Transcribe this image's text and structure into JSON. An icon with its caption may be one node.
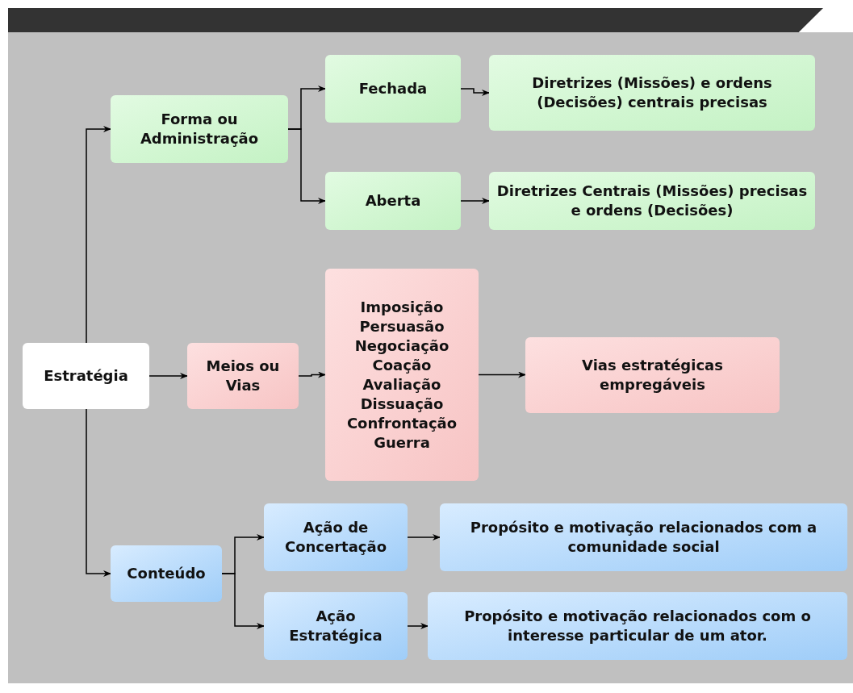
{
  "diagram": {
    "nodes": [
      {
        "text": [
          "Estratégia"
        ]
      },
      {
        "text": [
          "Forma ou Administração"
        ]
      },
      {
        "text": [
          "Fechada"
        ]
      },
      {
        "text": [
          "Diretrizes (Missões) e ordens (Decisões) centrais precisas"
        ]
      },
      {
        "text": [
          "Aberta"
        ]
      },
      {
        "text": [
          "Diretrizes Centrais (Missões) precisas e ordens (Decisões)"
        ]
      },
      {
        "text": [
          "Meios ou Vias"
        ]
      },
      {
        "text": [
          "Imposição",
          "Persuasão",
          "Negociação",
          "Coação",
          "Avaliação",
          "Dissuação",
          "Confrontação",
          "Guerra"
        ]
      },
      {
        "text": [
          "Vias estratégicas empregáveis"
        ]
      },
      {
        "text": [
          "Conteúdo"
        ]
      },
      {
        "text": [
          "Ação de Concertação"
        ]
      },
      {
        "text": [
          "Propósito e motivação relacionados com a comunidade social"
        ]
      },
      {
        "text": [
          "Ação Estratégica"
        ]
      },
      {
        "text": [
          "Propósito e motivação relacionados com o interesse particular de um ator."
        ]
      }
    ],
    "edges": [
      {
        "from": 0,
        "to": 1,
        "arrow": "to"
      },
      {
        "from": 0,
        "to": 6,
        "arrow": "to"
      },
      {
        "from": 0,
        "to": 9,
        "arrow": "to"
      },
      {
        "from": 1,
        "to": 2,
        "arrow": "to"
      },
      {
        "from": 1,
        "to": 4,
        "arrow": "to"
      },
      {
        "from": 2,
        "to": 3,
        "arrow": "to"
      },
      {
        "from": 4,
        "to": 5,
        "arrow": "to"
      },
      {
        "from": 6,
        "to": 7,
        "arrow": "to"
      },
      {
        "from": 7,
        "to": 8,
        "arrow": "to"
      },
      {
        "from": 9,
        "to": 10,
        "arrow": "to"
      },
      {
        "from": 9,
        "to": 12,
        "arrow": "to"
      },
      {
        "from": 10,
        "to": 11,
        "arrow": "to"
      },
      {
        "from": 12,
        "to": 13,
        "arrow": "to"
      }
    ]
  }
}
